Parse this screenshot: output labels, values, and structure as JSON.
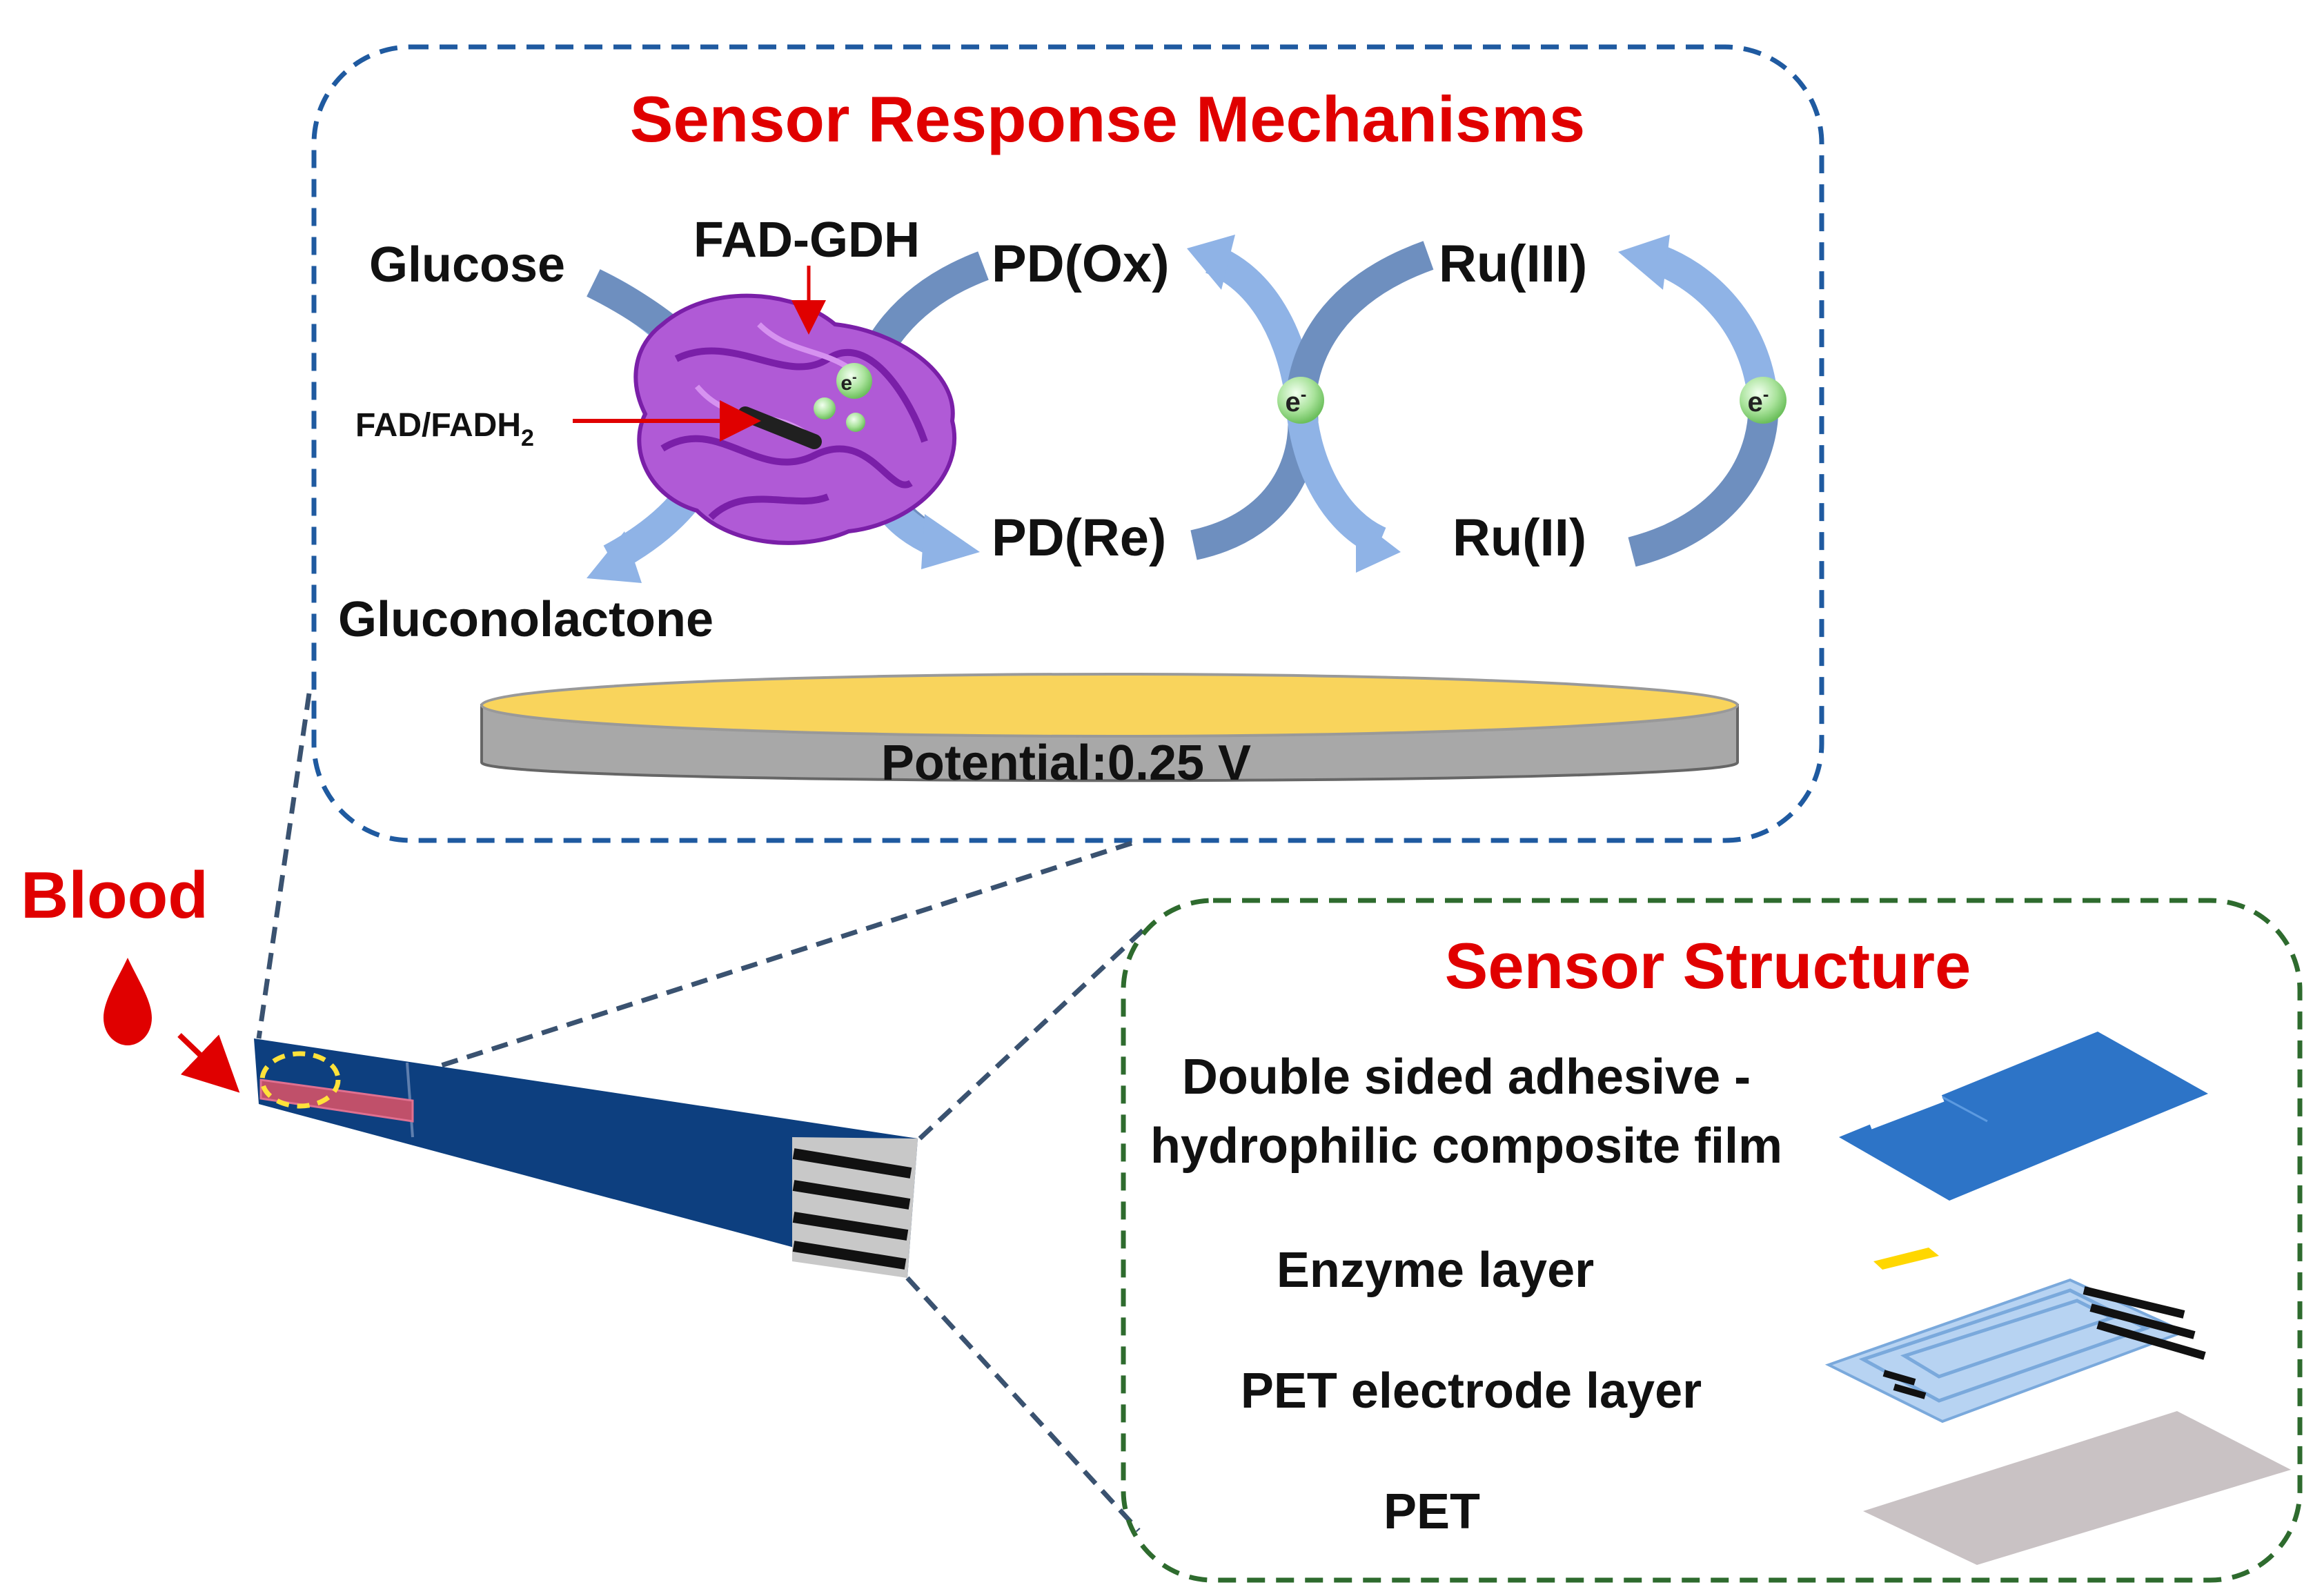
{
  "mechanism": {
    "title": "Sensor Response Mechanisms",
    "glucose": "Glucose",
    "gluconolactone": "Gluconolactone",
    "enzyme": "FAD-GDH",
    "cofactor": "FAD/FADH",
    "cofactor_sub": "2",
    "pd_ox": "PD(Ox)",
    "pd_re": "PD(Re)",
    "ru3": "Ru(III)",
    "ru2": "Ru(II)",
    "electron": "e",
    "electron_sup": "-",
    "potential": "Potential:0.25 V"
  },
  "strip": {
    "blood_label": "Blood"
  },
  "structure": {
    "title": "Sensor Structure",
    "layers": [
      "Double sided adhesive -",
      "hydrophilic composite film",
      "Enzyme layer",
      "PET electrode layer",
      "PET"
    ]
  },
  "colors": {
    "title_red": "#e00000",
    "mech_border": "#1f5aa0",
    "struct_border": "#2e6b2e",
    "strip_blue": "#0d3f7f",
    "arrow_dark": "#6e8fbf",
    "arrow_light": "#8fb3e6",
    "electrode_gold": "#f9d45c",
    "electrode_gray": "#a8a8a8",
    "enzyme_purple": "#9b30c8",
    "adhesive_blue": "#2d74c7",
    "electrode_layer_blue": "#b7d3f2",
    "pet_gray": "#c9c2c4",
    "enzyme_yellow": "#ffd700"
  }
}
